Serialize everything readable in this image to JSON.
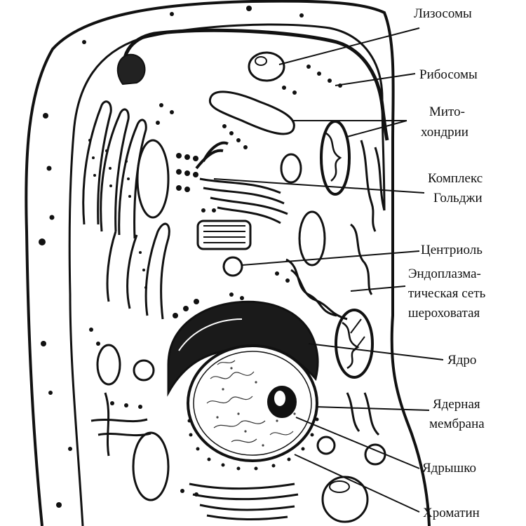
{
  "diagram": {
    "labels": {
      "lysosomes": "Лизосомы",
      "ribosomes": "Рибосомы",
      "mitochondria_1": "Мито-",
      "mitochondria_2": "хондрии",
      "golgi_1": "Комплекс",
      "golgi_2": "Гольджи",
      "centriole": "Центриоль",
      "er_1": "Эндоплазма-",
      "er_2": "тическая сеть",
      "er_3": "шероховатая",
      "nucleus": "Ядро",
      "nuclear_membrane_1": "Ядерная",
      "nuclear_membrane_2": "мембрана",
      "nucleolus": "Ядрышко",
      "chromatin": "Хроматин"
    }
  }
}
